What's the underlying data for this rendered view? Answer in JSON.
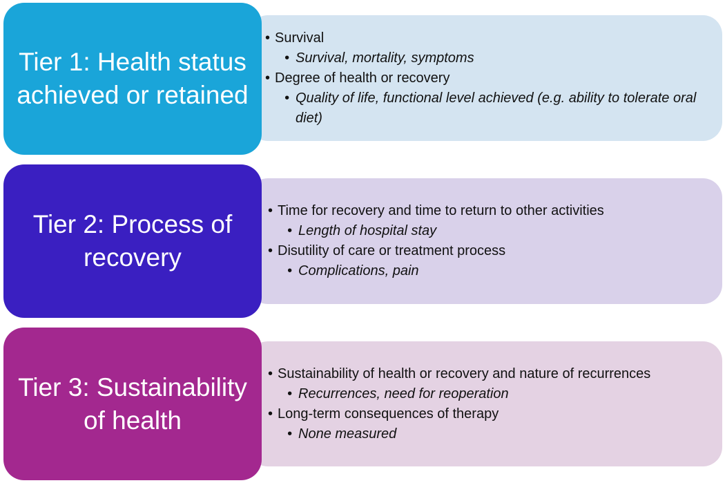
{
  "tiers": [
    {
      "title": "Tier 1: Health status achieved or retained",
      "title_color": "#1aa5d9",
      "panel_color": "#d4e4f1",
      "items": [
        {
          "text": "Survival",
          "subitems": [
            "Survival, mortality, symptoms"
          ]
        },
        {
          "text": "Degree of health or recovery",
          "subitems": [
            "Quality of life, functional level achieved (e.g. ability to tolerate oral diet)"
          ]
        }
      ]
    },
    {
      "title": "Tier 2: Process of recovery",
      "title_color": "#3a1fc1",
      "panel_color": "#d9d1ea",
      "items": [
        {
          "text": "Time for recovery and time to return to other activities",
          "subitems": [
            "Length of hospital stay"
          ]
        },
        {
          "text": "Disutility of care or treatment process",
          "subitems": [
            "Complications, pain"
          ]
        }
      ]
    },
    {
      "title": "Tier 3: Sustainability of health",
      "title_color": "#a3288f",
      "panel_color": "#e4d2e3",
      "items": [
        {
          "text": "Sustainability of health or recovery and nature of recurrences",
          "subitems": [
            "Recurrences, need for reoperation"
          ]
        },
        {
          "text": "Long-term consequences of therapy",
          "subitems": [
            "None measured"
          ]
        }
      ]
    }
  ]
}
